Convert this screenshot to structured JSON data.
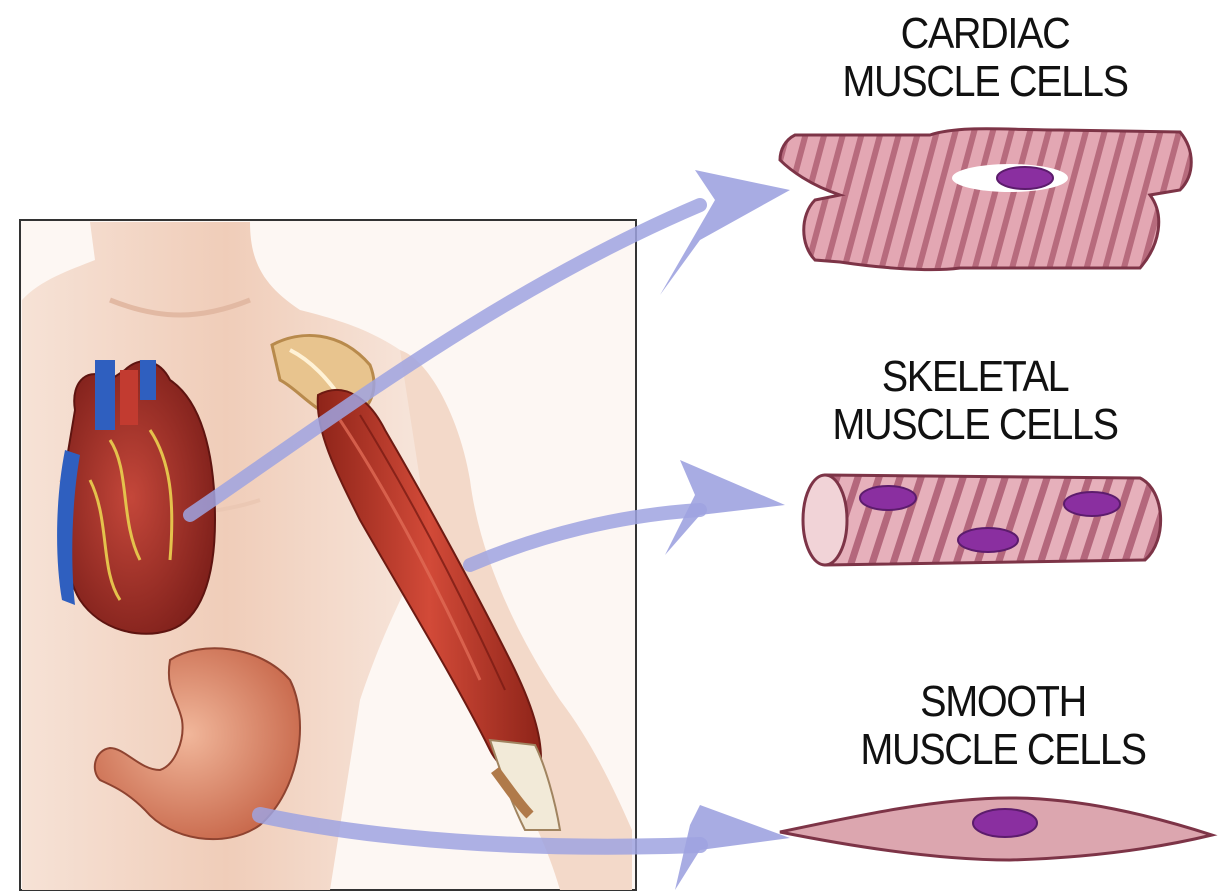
{
  "labels": {
    "cardiac": {
      "line1": "CARDIAC",
      "line2": "MUSCLE CELLS"
    },
    "skeletal": {
      "line1": "SKELETAL",
      "line2": "MUSCLE CELLS"
    },
    "smooth": {
      "line1": "SMOOTH",
      "line2": "MUSCLE CELLS"
    }
  },
  "colors": {
    "arrow": "#9fa3e0",
    "muscle_cell": "#d98f9f",
    "striation": "#a8566a",
    "nucleus": "#8a2fa0",
    "skin": "#f2d4c2",
    "arm_muscle": "#c0392b",
    "heart_red": "#a5302a",
    "vessel_blue": "#2f5fbf",
    "stomach": "#e09a7a"
  }
}
